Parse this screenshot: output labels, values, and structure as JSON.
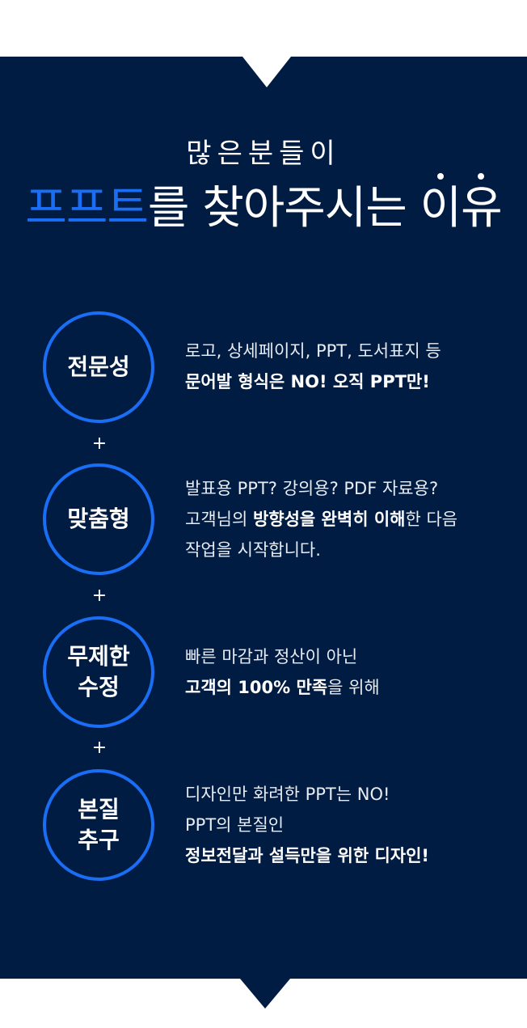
{
  "header": {
    "subtitle": "많은분들이",
    "title_brand": "프프트",
    "title_part1": "를 찾아주시는 ",
    "title_em1": "이",
    "title_em2": "유"
  },
  "colors": {
    "background": "#011c42",
    "accent": "#1a6ef5",
    "text": "#ffffff"
  },
  "connector_symbol": "+",
  "features": [
    {
      "label": "전문성",
      "lines": [
        [
          {
            "text": "로고, 상세페이지, PPT, 도서표지 등",
            "bold": false
          }
        ],
        [
          {
            "text": "문어발 형식은 NO!  오직 PPT만!",
            "bold": true
          }
        ]
      ]
    },
    {
      "label": "맞춤형",
      "lines": [
        [
          {
            "text": "발표용 PPT? 강의용? PDF 자료용?",
            "bold": false
          }
        ],
        [
          {
            "text": "고객님의 ",
            "bold": false
          },
          {
            "text": "방향성을 완벽히 이해",
            "bold": true
          },
          {
            "text": "한 다음",
            "bold": false
          }
        ],
        [
          {
            "text": "작업을 시작합니다.",
            "bold": false
          }
        ]
      ]
    },
    {
      "label": "무제한\n수정",
      "lines": [
        [
          {
            "text": "빠른 마감과 정산이 아닌",
            "bold": false
          }
        ],
        [
          {
            "text": "고객의 100% 만족",
            "bold": true
          },
          {
            "text": "을 위해",
            "bold": false
          }
        ]
      ]
    },
    {
      "label": "본질\n추구",
      "lines": [
        [
          {
            "text": "디자인만 화려한 PPT는 NO!",
            "bold": false
          }
        ],
        [
          {
            "text": "PPT의 본질인",
            "bold": false
          }
        ],
        [
          {
            "text": "정보전달과 설득만을 위한 디자인!",
            "bold": true
          }
        ]
      ]
    }
  ]
}
